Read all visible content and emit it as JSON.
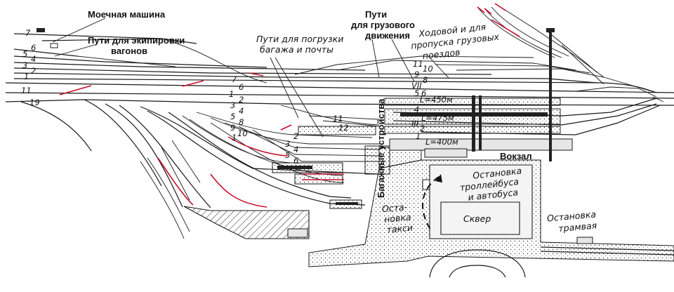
{
  "labels": {
    "washer": "Моечная машина",
    "servicing": [
      "Пути для экипировки",
      "вагонов"
    ],
    "baggage_mail": [
      "Пути для погрузки",
      "багажа и почты"
    ],
    "freight_tracks": [
      "Пути",
      "для грузового",
      "движения"
    ],
    "running_freight": [
      "Ходовой и для",
      "пропуска грузовых",
      "поездов"
    ],
    "baggage_devices": "Багажные устройства",
    "station": "Вокзал",
    "trolley_stop": [
      "Остановка",
      "троллейбуса",
      "и автобуса"
    ],
    "square": "Сквер",
    "taxi": [
      "Оста-",
      "новка",
      "такси"
    ],
    "tram_stop": [
      "Остановка",
      "трамвая"
    ]
  },
  "platform_lengths": [
    "L=450м",
    "L=475м",
    "L=400м"
  ],
  "left_numbers": [
    "7",
    "6",
    "5",
    "4",
    "3",
    "2",
    "1",
    "11",
    "19"
  ],
  "mid_numbers_upper": [
    "7",
    "6",
    "1",
    "2",
    "3",
    "4",
    "5",
    "8",
    "9",
    "10",
    "11",
    "12"
  ],
  "mid_numbers_lower": [
    "1",
    "2",
    "3",
    "4",
    "5",
    "6"
  ],
  "right_numbers": [
    "11",
    "10",
    "9",
    "8",
    "VII",
    "5",
    "6",
    "4",
    "III",
    "2",
    "1"
  ]
}
